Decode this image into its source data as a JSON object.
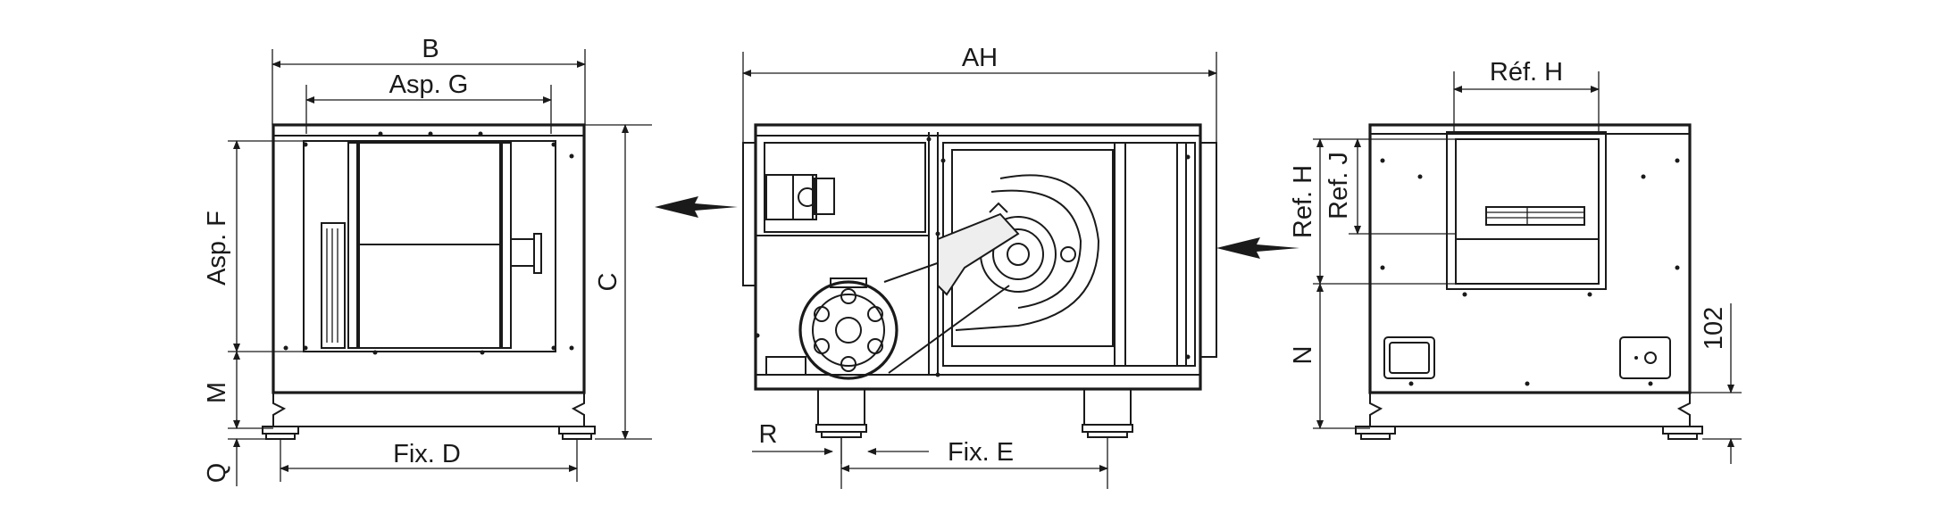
{
  "labels": {
    "b": "B",
    "asp_g": "Asp. G",
    "asp_f": "Asp. F",
    "m": "M",
    "q": "Q",
    "fix_d": "Fix. D",
    "c": "C",
    "ah": "AH",
    "r": "R",
    "fix_e": "Fix. E",
    "ref_h_top": "Réf. H",
    "ref_h_side": "Ref. H",
    "ref_j": "Ref. J",
    "n": "N",
    "dim_102": "102"
  }
}
